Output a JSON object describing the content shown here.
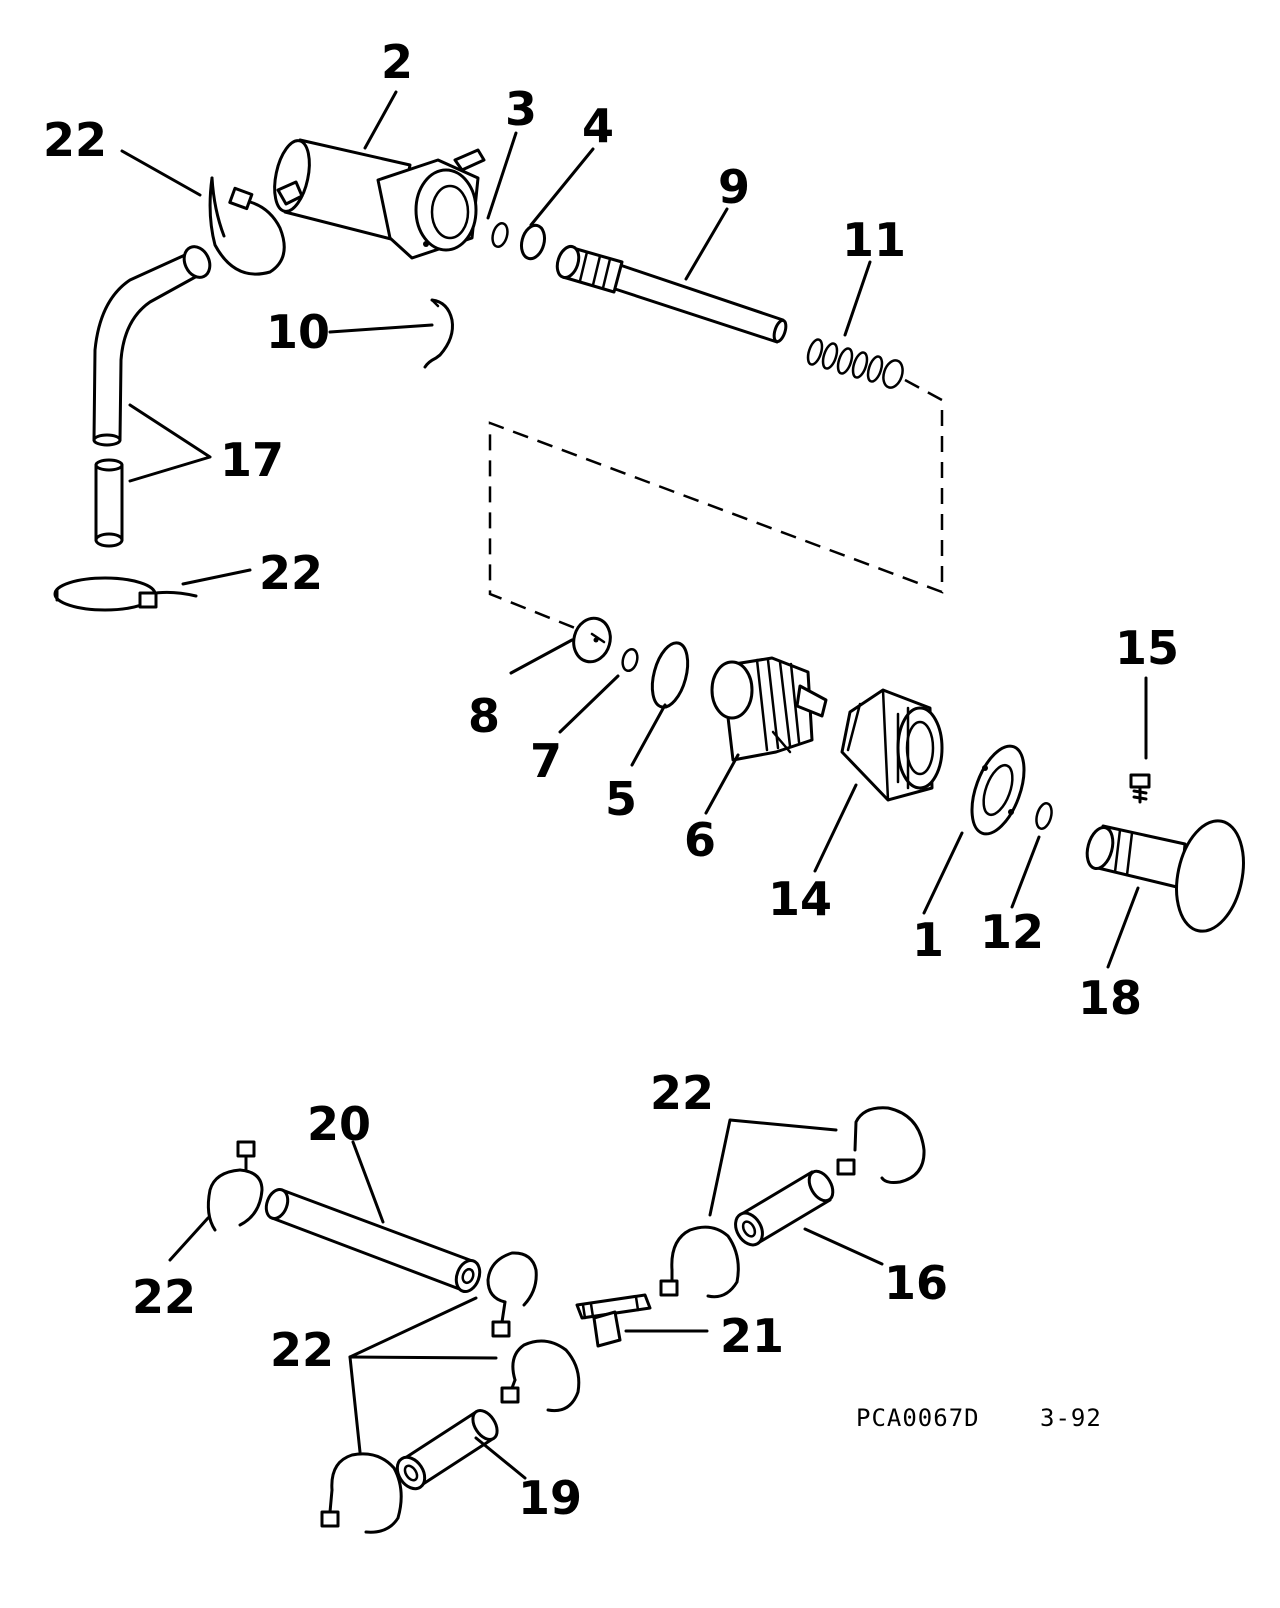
{
  "labels": {
    "n1": "1",
    "n2": "2",
    "n3": "3",
    "n4": "4",
    "n5": "5",
    "n6": "6",
    "n7": "7",
    "n8": "8",
    "n9": "9",
    "n10": "10",
    "n11": "11",
    "n12": "12",
    "n14": "14",
    "n15": "15",
    "n16": "16",
    "n17": "17",
    "n18": "18",
    "n19": "19",
    "n20": "20",
    "n21": "21",
    "n22": "22"
  },
  "footer": {
    "code": "PCA0067D",
    "date": "3-92"
  }
}
